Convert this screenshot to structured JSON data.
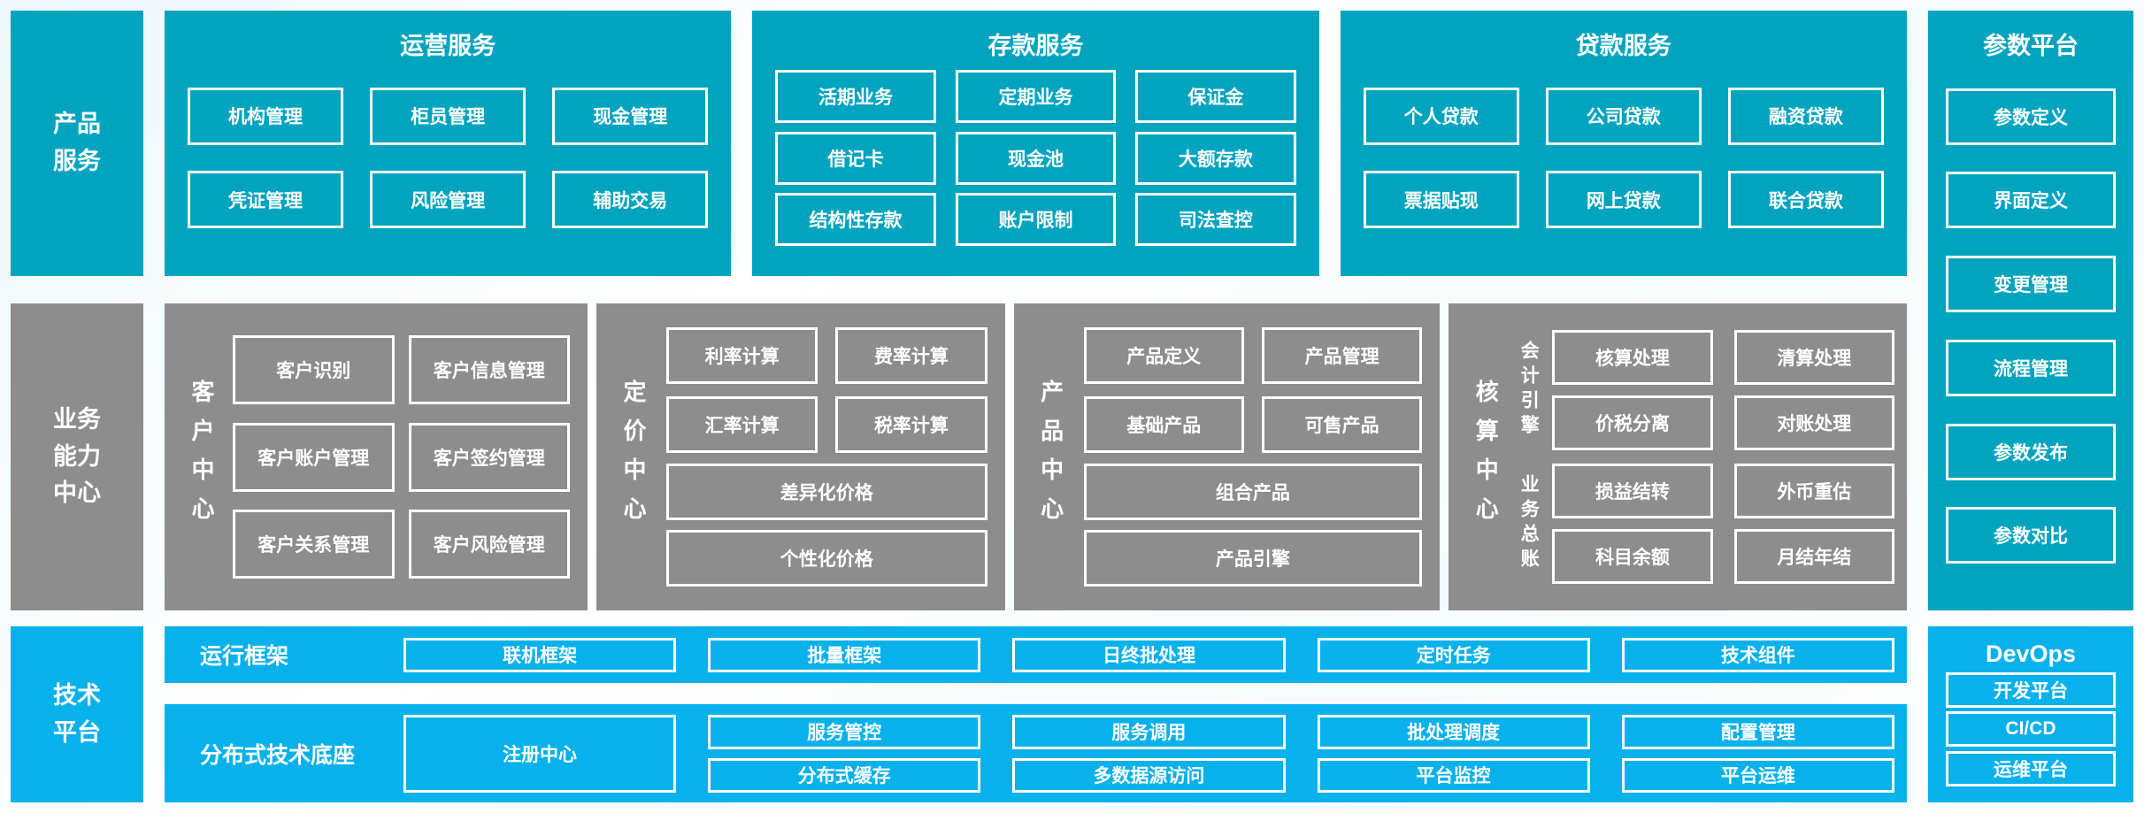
{
  "colors": {
    "teal": "#00a4bf",
    "gray": "#8d8d8d",
    "blue": "#06b1ec",
    "box_border": "#ffffff",
    "text": "#ffffff"
  },
  "left_rail": {
    "product_services": "产品\n服务",
    "business_capability_center": "业务\n能力\n中心",
    "technology_platform": "技术\n平台"
  },
  "top_sections": [
    {
      "title": "运营服务",
      "boxes": [
        "机构管理",
        "柜员管理",
        "现金管理",
        "凭证管理",
        "风险管理",
        "辅助交易"
      ]
    },
    {
      "title": "存款服务",
      "boxes": [
        "活期业务",
        "定期业务",
        "保证金",
        "借记卡",
        "现金池",
        "大额存款",
        "结构性存款",
        "账户限制",
        "司法查控"
      ]
    },
    {
      "title": "贷款服务",
      "boxes": [
        "个人贷款",
        "公司贷款",
        "融资贷款",
        "票据贴现",
        "网上贷款",
        "联合贷款"
      ]
    }
  ],
  "param_platform": {
    "title": "参数平台",
    "boxes": [
      "参数定义",
      "界面定义",
      "变更管理",
      "流程管理",
      "参数发布",
      "参数对比"
    ]
  },
  "mid_sections": {
    "customer": {
      "label": "客户中心",
      "boxes": [
        "客户识别",
        "客户信息管理",
        "客户账户管理",
        "客户签约管理",
        "客户关系管理",
        "客户风险管理"
      ]
    },
    "pricing": {
      "label": "定价中心",
      "small": [
        "利率计算",
        "费率计算",
        "汇率计算",
        "税率计算"
      ],
      "wide": [
        "差异化价格",
        "个性化价格"
      ]
    },
    "product": {
      "label": "产品中心",
      "small": [
        "产品定义",
        "产品管理",
        "基础产品",
        "可售产品"
      ],
      "wide": [
        "组合产品",
        "产品引擎"
      ]
    },
    "accounting": {
      "label": "核算中心",
      "groups": [
        {
          "label": "会计引擎",
          "boxes": [
            "核算处理",
            "清算处理",
            "价税分离",
            "对账处理"
          ]
        },
        {
          "label": "业务总账",
          "boxes": [
            "损益结转",
            "外币重估",
            "科目余额",
            "月结年结"
          ]
        }
      ]
    }
  },
  "tech_platform": {
    "runtime": {
      "label": "运行框架",
      "boxes": [
        "联机框架",
        "批量框架",
        "日终批处理",
        "定时任务",
        "技术组件"
      ]
    },
    "distributed": {
      "label": "分布式技术底座",
      "registry": "注册中心",
      "boxes": [
        "服务管控",
        "服务调用",
        "批处理调度",
        "配置管理",
        "分布式缓存",
        "多数据源访问",
        "平台监控",
        "平台运维"
      ]
    }
  },
  "devops": {
    "title": "DevOps",
    "boxes": [
      "开发平台",
      "CI/CD",
      "运维平台"
    ]
  }
}
